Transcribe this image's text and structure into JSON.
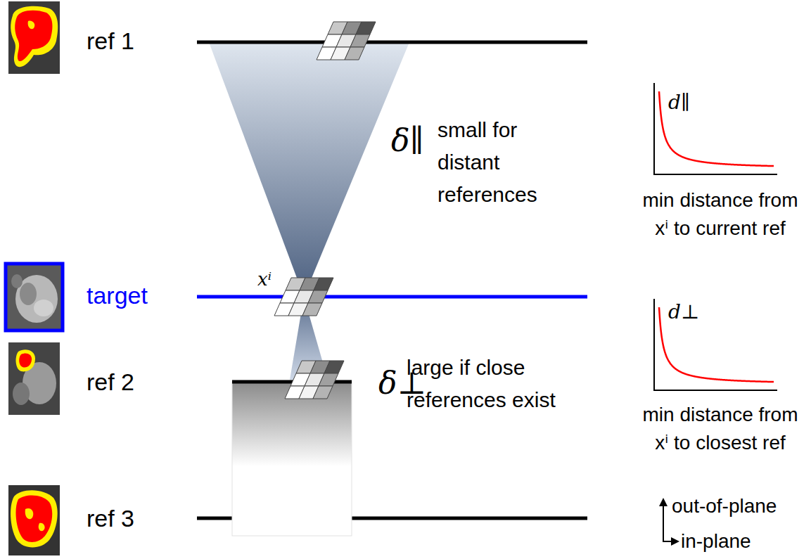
{
  "diagram": {
    "labels": [
      "ref 1",
      "target",
      "ref 2",
      "ref 3",
      "xⁱ",
      "δ∥",
      "small for distant references",
      "δ⊥",
      "large if close references exist",
      "d∥",
      "min distance from xⁱ to current ref",
      "d⊥",
      "min distance from xⁱ to closest ref",
      "out-of-plane",
      "in-plane"
    ]
  }
}
